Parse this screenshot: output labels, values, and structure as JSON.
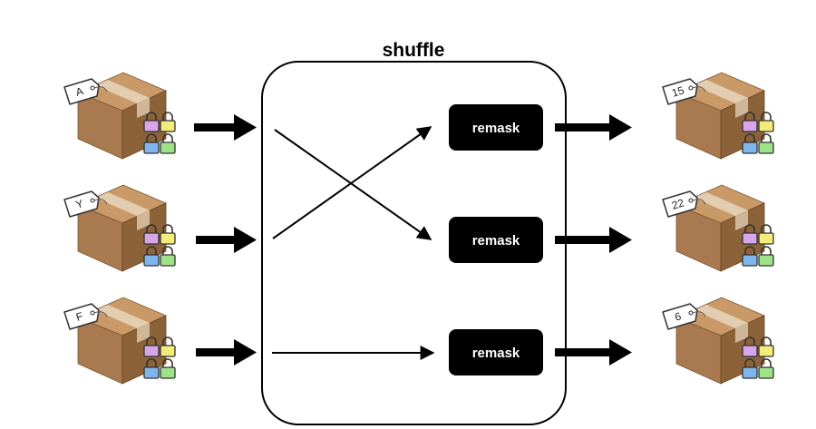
{
  "diagram": {
    "title": "shuffle",
    "remask_label": "remask",
    "inputs": [
      {
        "tag": "A",
        "locks": [
          "#d8a6e8",
          "#f4ec7a",
          "#7fb5ea",
          "#9fe28a"
        ]
      },
      {
        "tag": "Y",
        "locks": [
          "#d8a6e8",
          "#f4ec7a",
          "#7fb5ea",
          "#9fe28a"
        ]
      },
      {
        "tag": "F",
        "locks": [
          "#d8a6e8",
          "#f4ec7a",
          "#7fb5ea",
          "#9fe28a"
        ]
      }
    ],
    "outputs": [
      {
        "tag": "15",
        "locks": [
          "#d8a6e8",
          "#f4ec7a",
          "#7fb5ea",
          "#9fe28a"
        ]
      },
      {
        "tag": "22",
        "locks": [
          "#d8a6e8",
          "#f4ec7a",
          "#7fb5ea",
          "#9fe28a"
        ]
      },
      {
        "tag": "6",
        "locks": [
          "#d8a6e8",
          "#f4ec7a",
          "#7fb5ea",
          "#9fe28a"
        ]
      }
    ],
    "colors": {
      "box_top": "#c99a68",
      "box_front": "#a97a4f",
      "box_side": "#8c6238",
      "tape": "#e6d3b8",
      "remask_fill": "#000000",
      "arrow": "#000000"
    }
  }
}
